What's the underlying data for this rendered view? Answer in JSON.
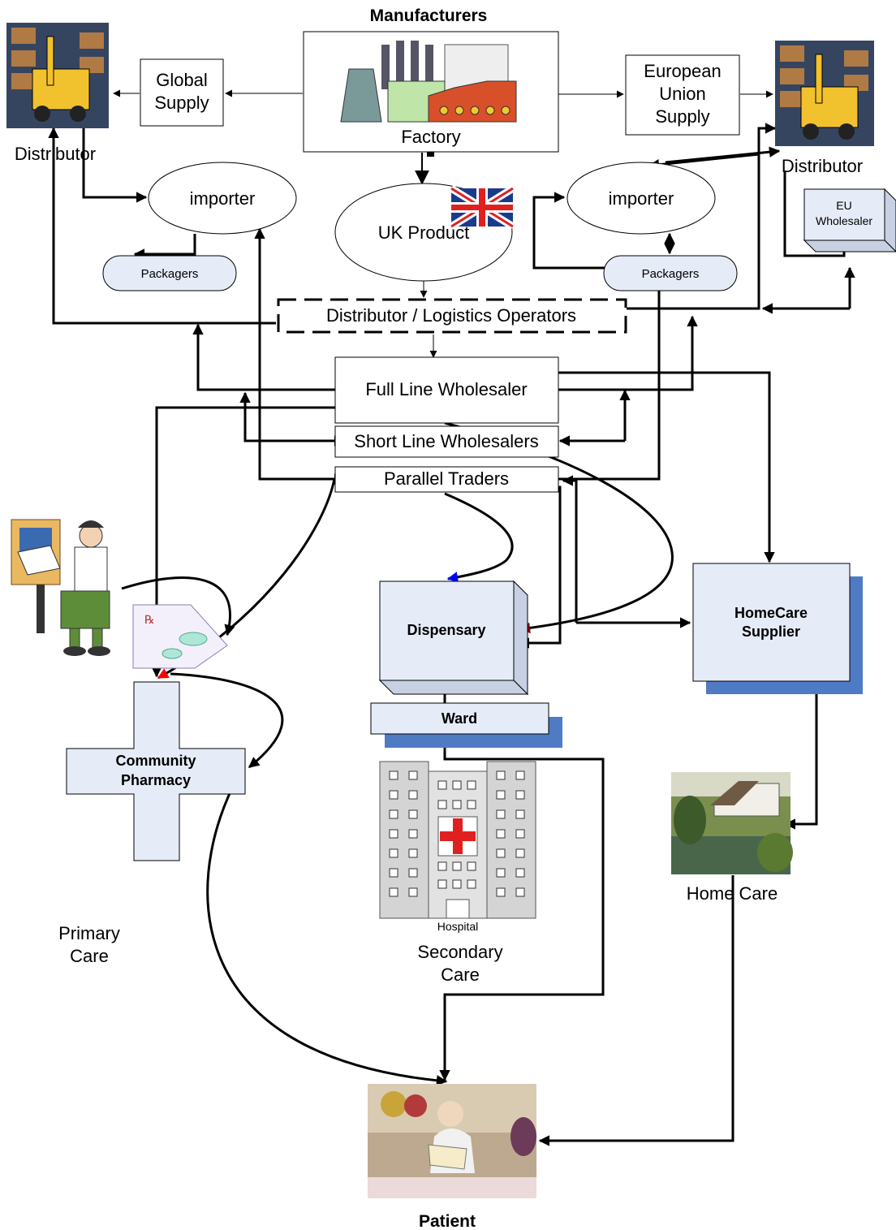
{
  "title": "Manufacturers",
  "nodes": {
    "global_supply": [
      "Global",
      "Supply"
    ],
    "eu_supply": [
      "European",
      "Union",
      "Supply"
    ],
    "factory": "Factory",
    "distributor_left": "Distributor",
    "distributor_right": "Distributor",
    "importer_left": "importer",
    "importer_right": "importer",
    "uk_product": "UK Product",
    "packagers_left": "Packagers",
    "packagers_right": "Packagers",
    "eu_wholesaler": [
      "EU",
      "Wholesaler"
    ],
    "logistics": "Distributor / Logistics Operators",
    "full_line": "Full Line Wholesaler",
    "short_line": "Short Line Wholesalers",
    "parallel": "Parallel Traders",
    "dispensary": "Dispensary",
    "ward": "Ward",
    "homecare_supplier": [
      "HomeCare",
      "Supplier"
    ],
    "community_pharmacy": [
      "Community",
      "Pharmacy"
    ],
    "hospital": "Hospital",
    "home_care": "Home Care",
    "patient": "Patient"
  },
  "care_labels": {
    "primary": [
      "Primary",
      "Care"
    ],
    "secondary": [
      "Secondary",
      "Care"
    ]
  },
  "icons": {
    "distributor": "forklift-warehouse-icon",
    "factory": "factory-icon",
    "flag": "union-jack-flag-icon",
    "doctor": "doctor-at-desk-icon",
    "prescription": "prescription-icon",
    "hospital": "hospital-building-icon",
    "home": "countryside-home-icon",
    "patient": "patient-photo-icon"
  },
  "colors": {
    "box_fill": "#e6ecf7",
    "shadow_blue": "#4f7bc4",
    "arrow_red": "#ff0000",
    "arrow_dark_red": "#8b0000",
    "arrow_blue": "#0000ff"
  }
}
